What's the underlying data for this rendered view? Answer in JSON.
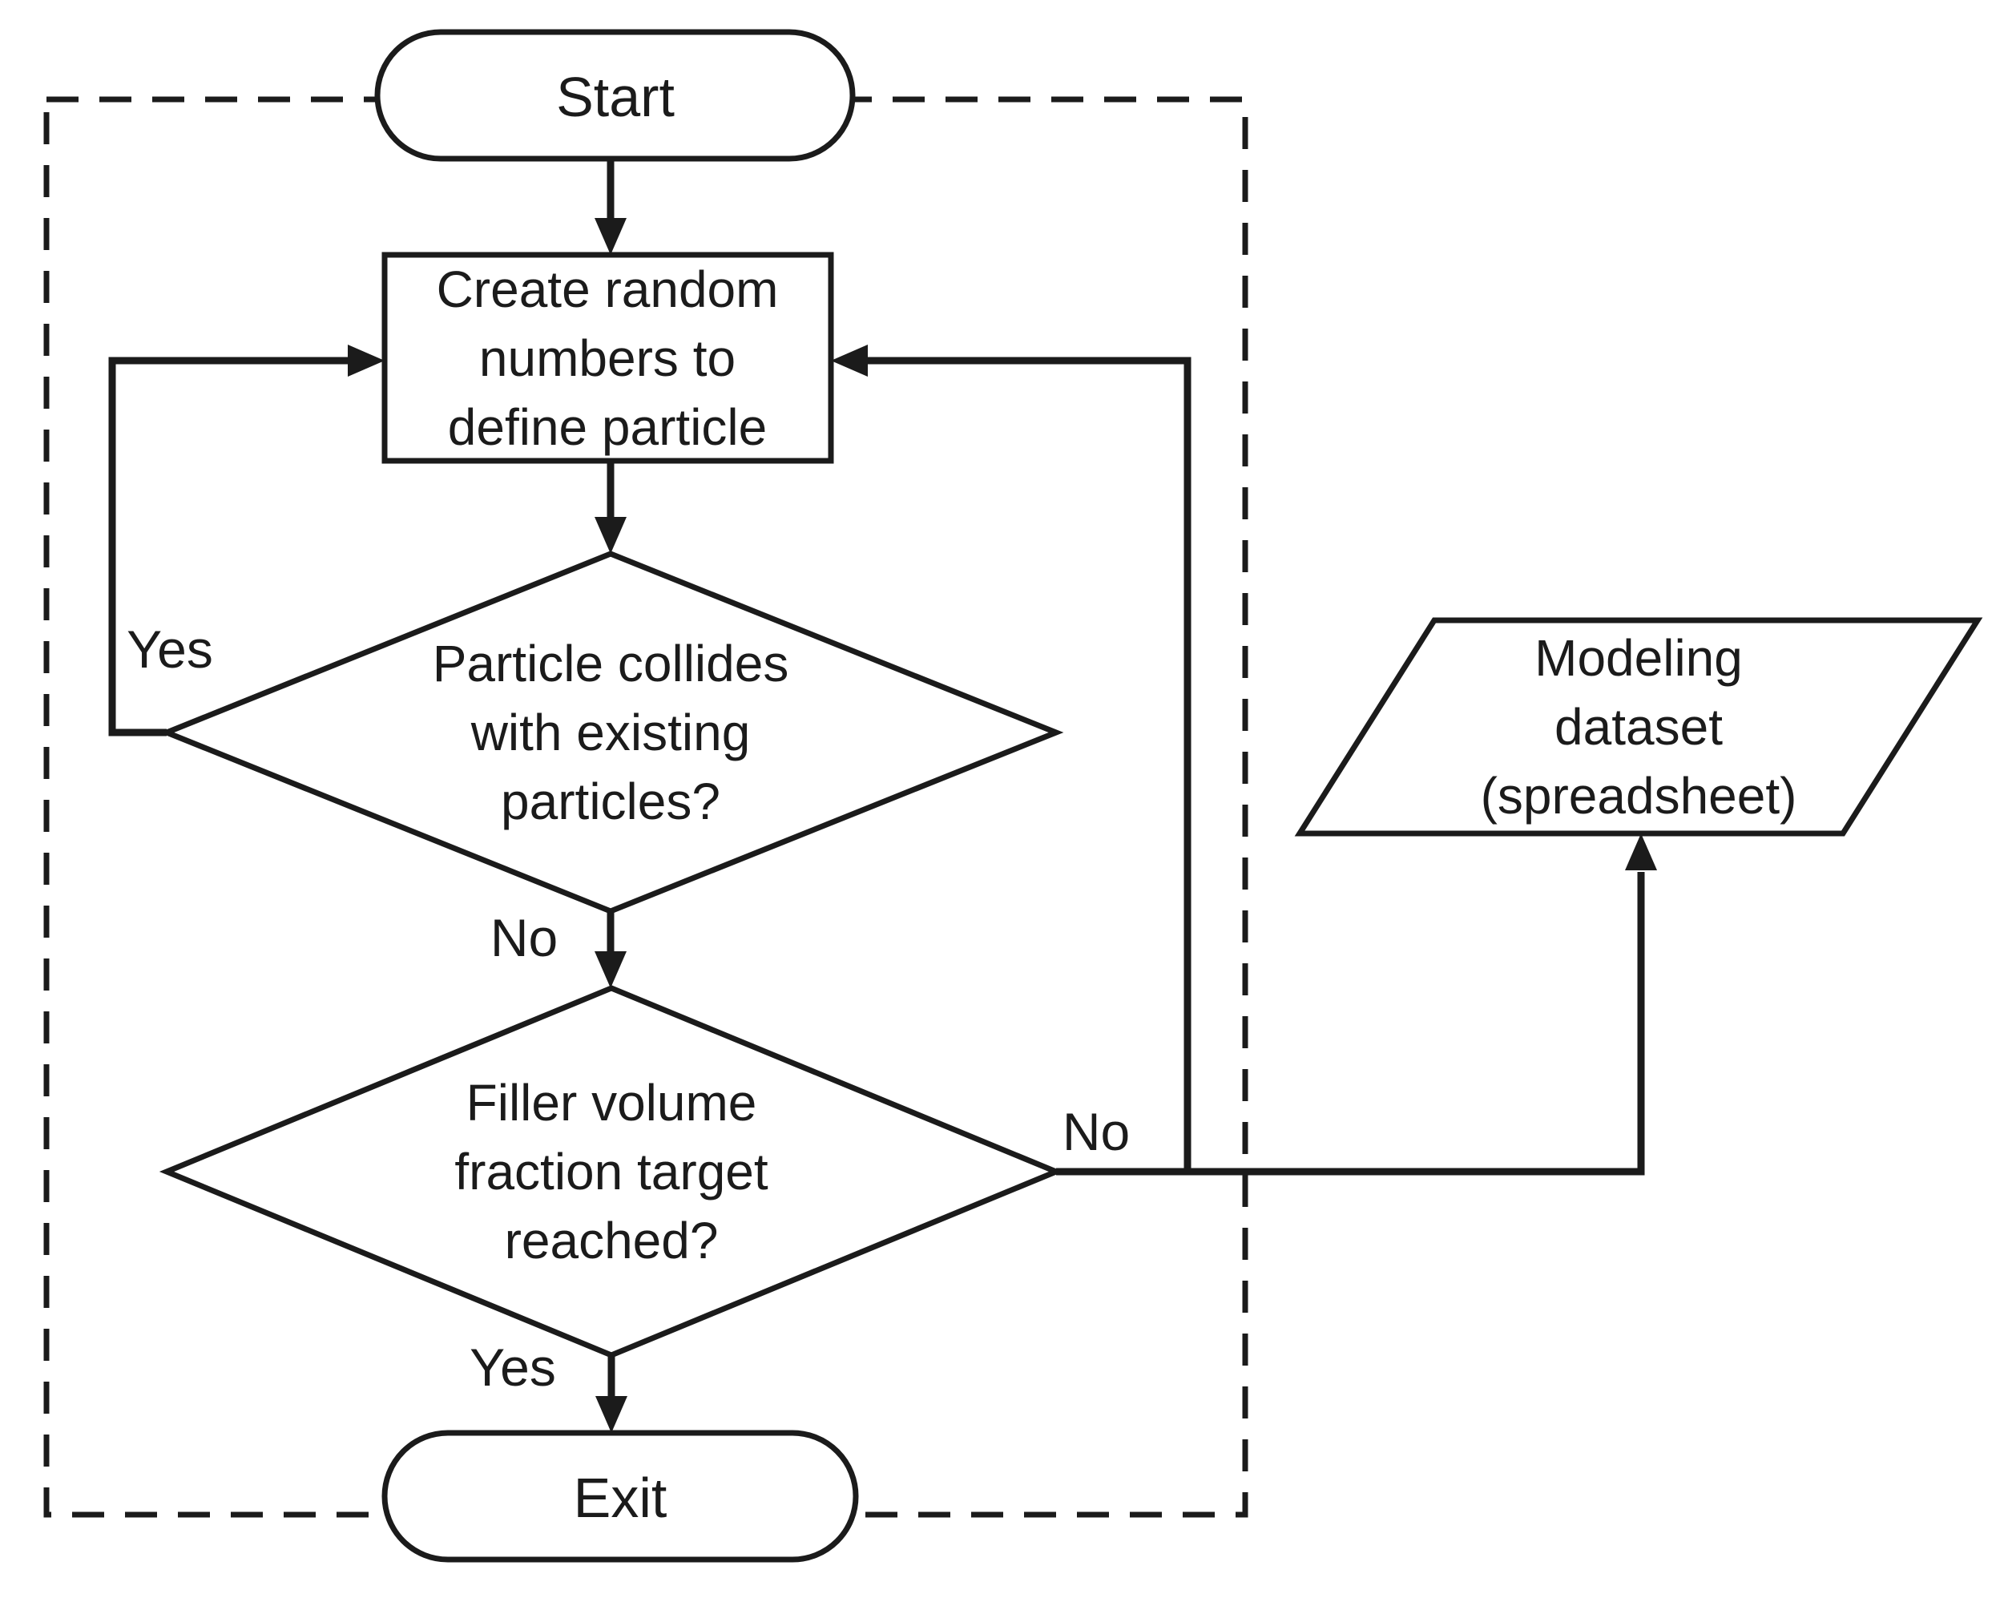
{
  "diagram": {
    "type": "flowchart",
    "colors": {
      "ink": "#1b1b1b",
      "background": "#ffffff"
    },
    "nodes": {
      "start": {
        "shape": "stadium",
        "label": "Start"
      },
      "create_random": {
        "shape": "process",
        "lines": [
          "Create random",
          "numbers to",
          "define particle"
        ]
      },
      "collision_check": {
        "shape": "decision",
        "lines": [
          "Particle collides",
          "with existing",
          "particles?"
        ]
      },
      "volume_check": {
        "shape": "decision",
        "lines": [
          "Filler volume",
          "fraction target",
          "reached?"
        ]
      },
      "exit": {
        "shape": "stadium",
        "label": "Exit"
      },
      "modeling_dataset": {
        "shape": "data-parallelogram",
        "lines": [
          "Modeling",
          "dataset",
          "(spreadsheet)"
        ]
      }
    },
    "edge_labels": {
      "collision_yes": "Yes",
      "collision_no": "No",
      "volume_no": "No",
      "volume_yes": "Yes"
    }
  }
}
